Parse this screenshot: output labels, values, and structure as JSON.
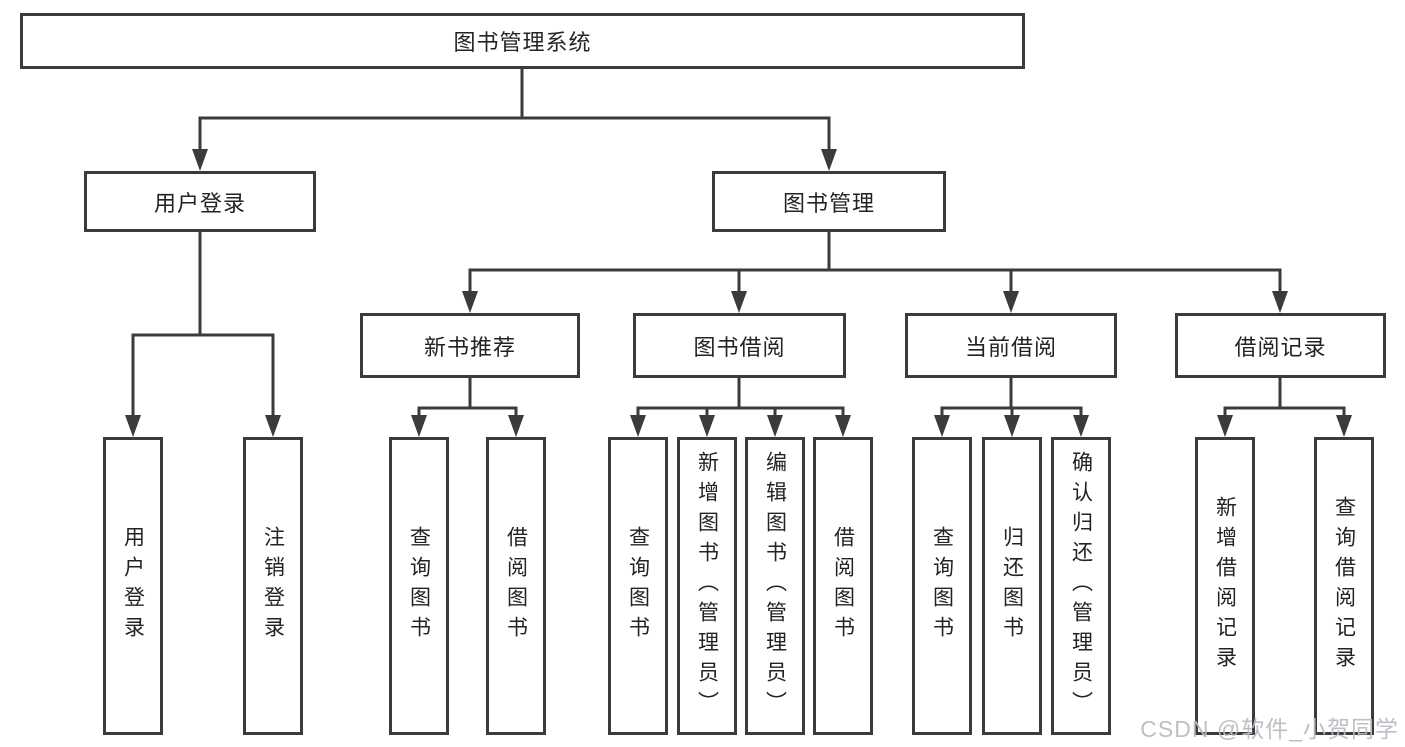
{
  "tree": {
    "label": "图书管理系统",
    "children": [
      {
        "label": "用户登录",
        "children": [
          {
            "label": "用户登录"
          },
          {
            "label": "注销登录"
          }
        ]
      },
      {
        "label": "图书管理",
        "children": [
          {
            "label": "新书推荐",
            "children": [
              {
                "label": "查询图书"
              },
              {
                "label": "借阅图书"
              }
            ]
          },
          {
            "label": "图书借阅",
            "children": [
              {
                "label": "查询图书"
              },
              {
                "label": "新增图书（管理员）"
              },
              {
                "label": "编辑图书（管理员）"
              },
              {
                "label": "借阅图书"
              }
            ]
          },
          {
            "label": "当前借阅",
            "children": [
              {
                "label": "查询图书"
              },
              {
                "label": "归还图书"
              },
              {
                "label": "确认归还（管理员）"
              }
            ]
          },
          {
            "label": "借阅记录",
            "children": [
              {
                "label": "新增借阅记录"
              },
              {
                "label": "查询借阅记录"
              }
            ]
          }
        ]
      }
    ]
  },
  "watermark": {
    "text": "CSDN @软件_小贺同学"
  },
  "colors": {
    "line": "#3b3b3b",
    "box_border": "#3b3b3b",
    "background": "#ffffff",
    "text": "#222326",
    "watermark": "#b9bcc1"
  }
}
